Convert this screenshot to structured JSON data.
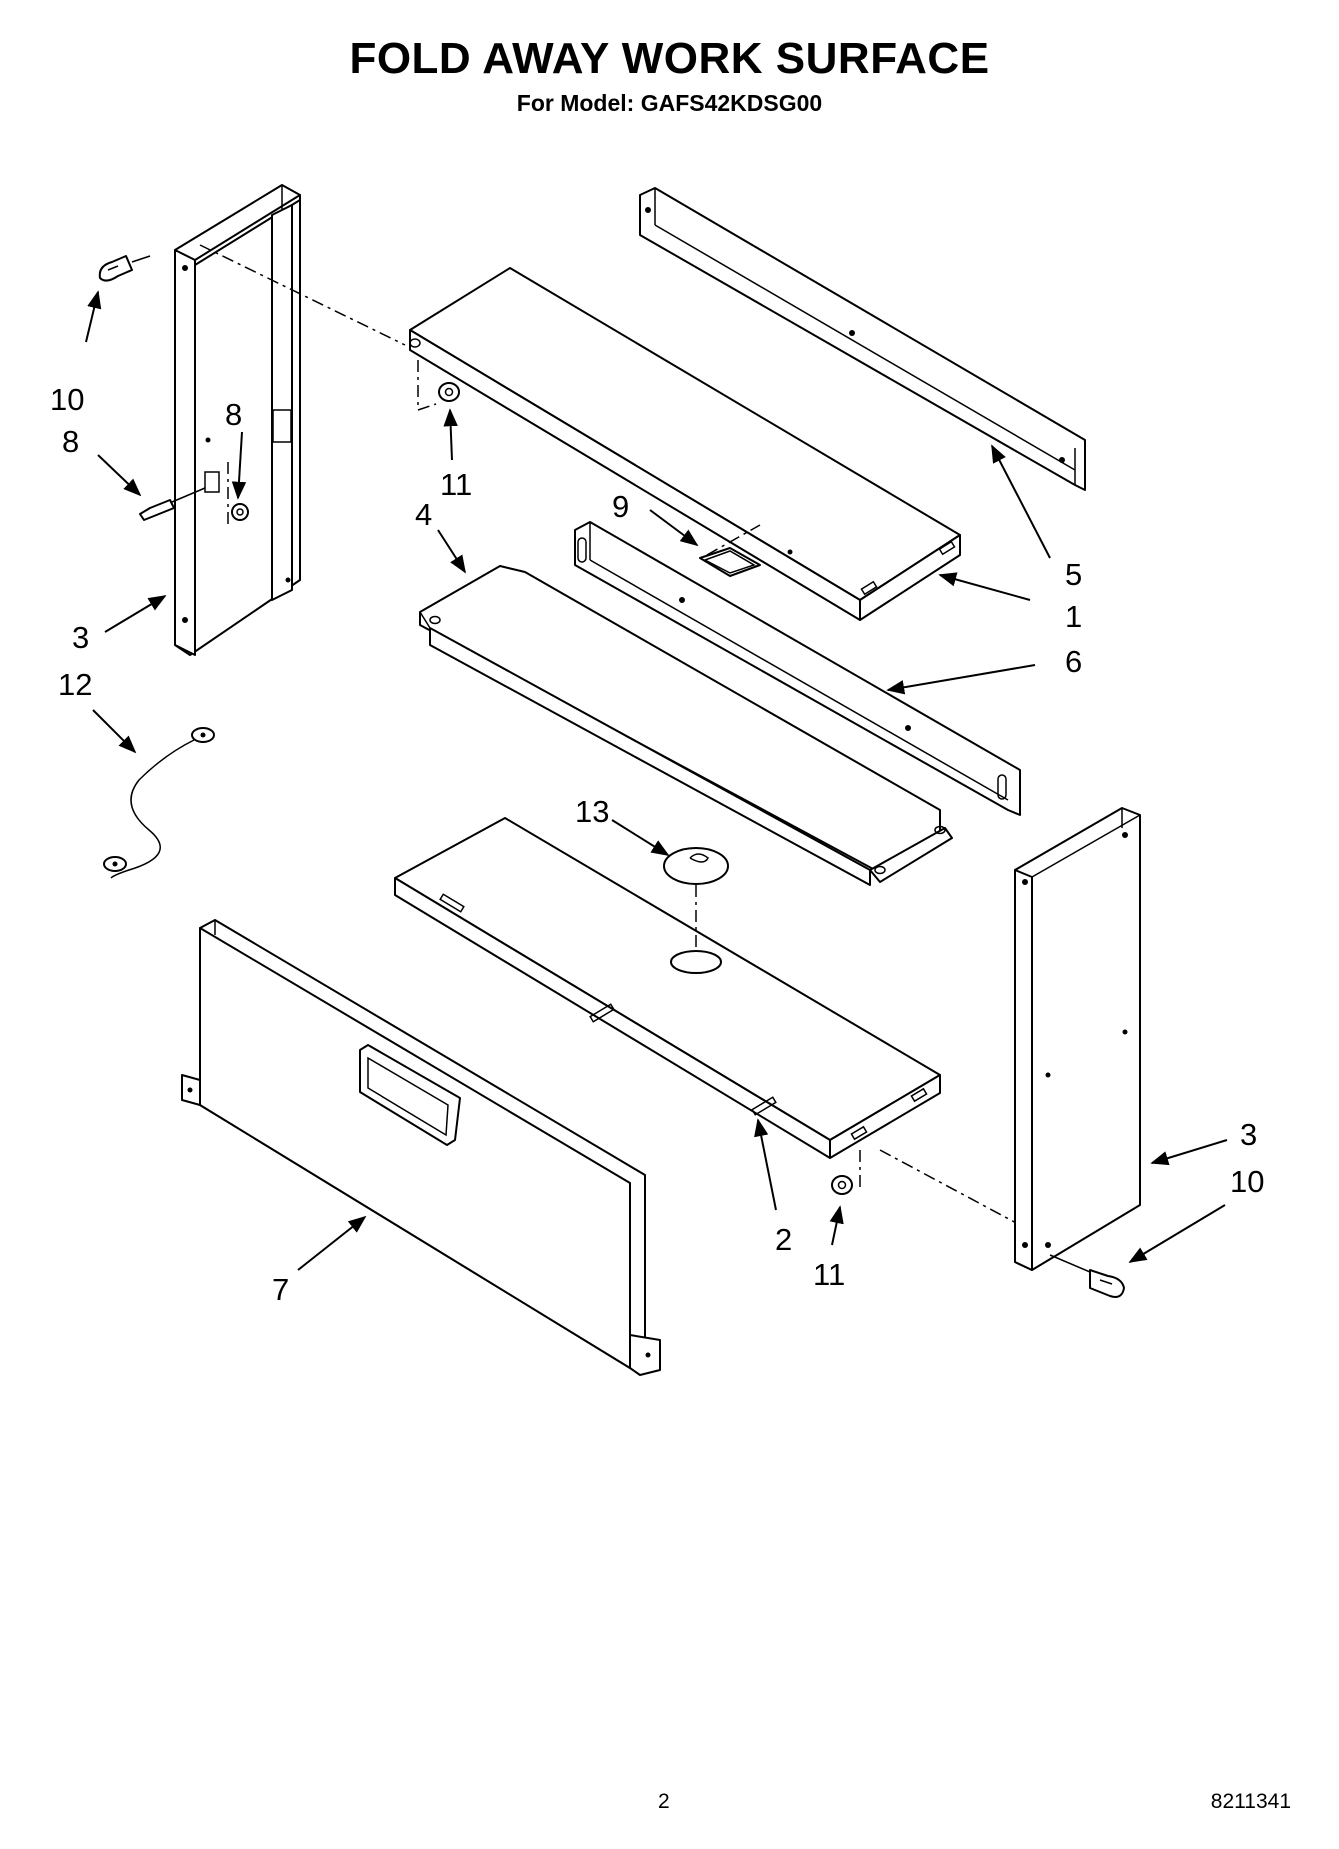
{
  "header": {
    "title": "FOLD AWAY WORK SURFACE",
    "subtitle": "For Model: GAFS42KDSG00"
  },
  "callouts": {
    "c1": "1",
    "c2": "2",
    "c3_left": "3",
    "c3_right": "3",
    "c4": "4",
    "c5": "5",
    "c6": "6",
    "c7": "7",
    "c8_upper": "8",
    "c8_lower": "8",
    "c9": "9",
    "c10_left": "10",
    "c10_right": "10",
    "c11_upper": "11",
    "c11_lower": "11",
    "c12": "12",
    "c13": "13"
  },
  "footer": {
    "page_number": "2",
    "document_number": "8211341"
  }
}
